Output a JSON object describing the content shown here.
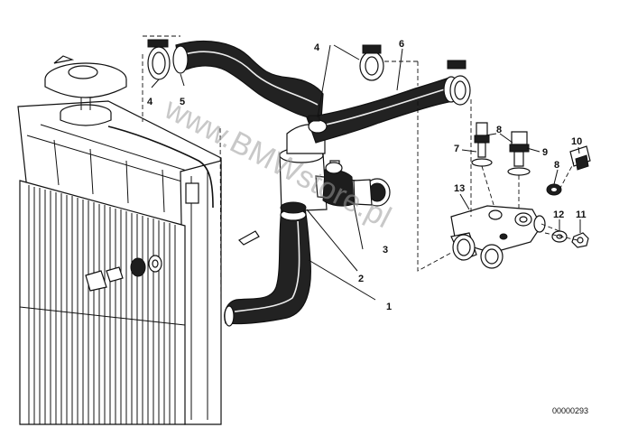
{
  "diagram": {
    "callouts": [
      {
        "id": "c1",
        "text": "1"
      },
      {
        "id": "c2",
        "text": "2"
      },
      {
        "id": "c3",
        "text": "3"
      },
      {
        "id": "c4a",
        "text": "4"
      },
      {
        "id": "c4b",
        "text": "4"
      },
      {
        "id": "c5",
        "text": "5"
      },
      {
        "id": "c6",
        "text": "6"
      },
      {
        "id": "c7",
        "text": "7"
      },
      {
        "id": "c8a",
        "text": "8"
      },
      {
        "id": "c8b",
        "text": "8"
      },
      {
        "id": "c9",
        "text": "9"
      },
      {
        "id": "c10",
        "text": "10"
      },
      {
        "id": "c11",
        "text": "11"
      },
      {
        "id": "c12",
        "text": "12"
      },
      {
        "id": "c13",
        "text": "13"
      }
    ],
    "watermark": "www.BMWstore.pl",
    "reference_number": "00000293"
  }
}
